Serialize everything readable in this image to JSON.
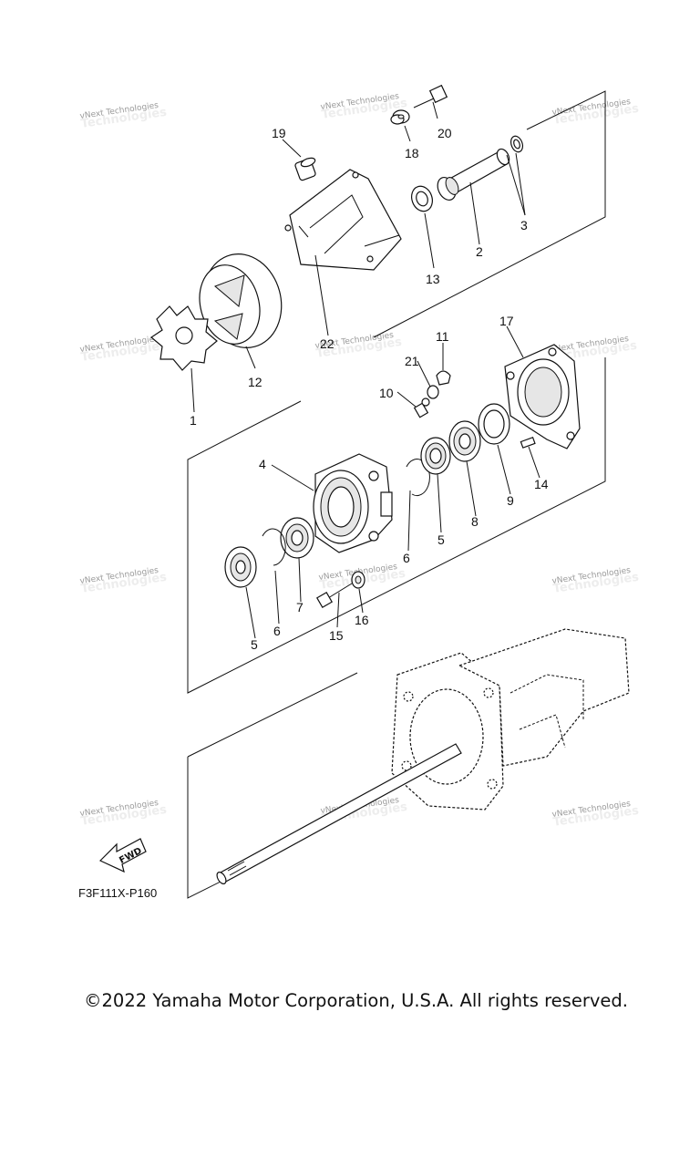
{
  "diagram": {
    "code": "F3F111X-P160",
    "copyright": "©2022 Yamaha Motor Corporation, U.S.A. All rights reserved.",
    "fwd_label": "FWD",
    "watermark": "vNext Technologies"
  },
  "callouts": [
    {
      "id": "c1",
      "text": "1"
    },
    {
      "id": "c2",
      "text": "2"
    },
    {
      "id": "c3",
      "text": "3"
    },
    {
      "id": "c4",
      "text": "4"
    },
    {
      "id": "c5a",
      "text": "5"
    },
    {
      "id": "c5b",
      "text": "5"
    },
    {
      "id": "c6a",
      "text": "6"
    },
    {
      "id": "c6b",
      "text": "6"
    },
    {
      "id": "c7",
      "text": "7"
    },
    {
      "id": "c8",
      "text": "8"
    },
    {
      "id": "c9",
      "text": "9"
    },
    {
      "id": "c10",
      "text": "10"
    },
    {
      "id": "c11",
      "text": "11"
    },
    {
      "id": "c12",
      "text": "12"
    },
    {
      "id": "c13",
      "text": "13"
    },
    {
      "id": "c14",
      "text": "14"
    },
    {
      "id": "c15",
      "text": "15"
    },
    {
      "id": "c16",
      "text": "16"
    },
    {
      "id": "c17",
      "text": "17"
    },
    {
      "id": "c18",
      "text": "18"
    },
    {
      "id": "c19",
      "text": "19"
    },
    {
      "id": "c20",
      "text": "20"
    },
    {
      "id": "c21",
      "text": "21"
    },
    {
      "id": "c22",
      "text": "22"
    }
  ]
}
